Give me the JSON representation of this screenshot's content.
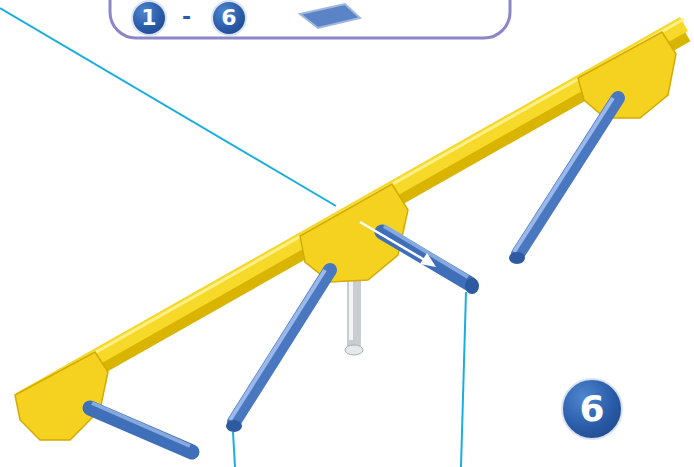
{
  "diagram": {
    "nodes": [
      {
        "text": [
          "1"
        ]
      },
      {
        "text": [
          "6"
        ]
      },
      {
        "text": [
          "6"
        ]
      }
    ],
    "labels": [
      "-"
    ]
  }
}
